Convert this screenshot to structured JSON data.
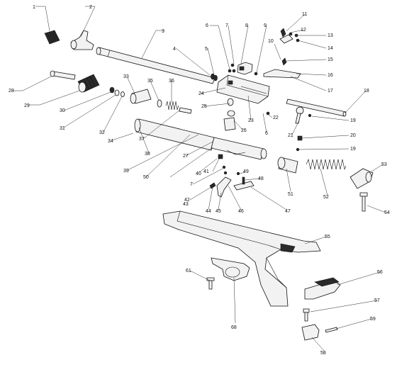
{
  "diagram": {
    "labels": [
      "1",
      "2",
      "3",
      "4",
      "5",
      "6",
      "7",
      "8",
      "9",
      "10",
      "11",
      "12",
      "13",
      "14",
      "15",
      "16",
      "17",
      "18",
      "19",
      "19",
      "20",
      "21",
      "22",
      "23",
      "24",
      "25",
      "26",
      "27",
      "28",
      "29",
      "30",
      "31",
      "32",
      "33",
      "34",
      "35",
      "36",
      "37",
      "38",
      "39",
      "40",
      "41",
      "42",
      "43",
      "44",
      "45",
      "46",
      "47",
      "48",
      "49",
      "50",
      "51",
      "52",
      "53",
      "54",
      "55",
      "56",
      "57",
      "58",
      "59",
      "61",
      "68",
      "6",
      "7"
    ]
  }
}
